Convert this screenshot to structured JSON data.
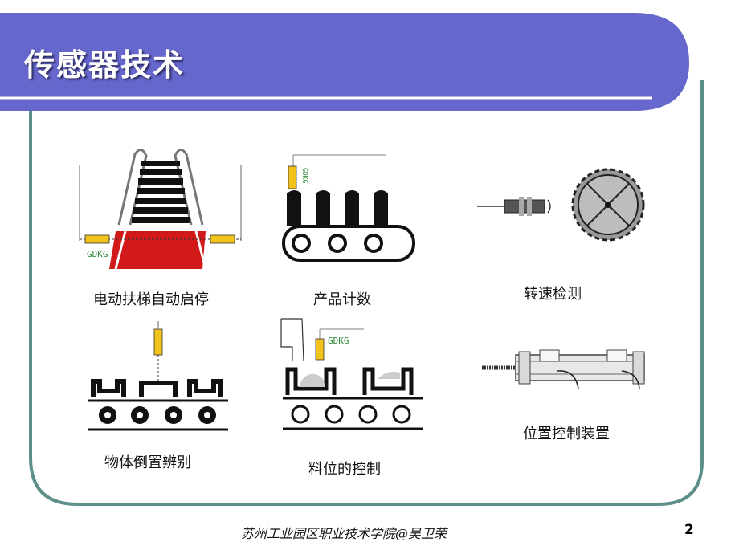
{
  "title": "传感器技术",
  "captions": {
    "escalator": "电动扶梯自动启停",
    "product_count": "产品计数",
    "speed": "转速检测",
    "orientation": "物体倒置辨别",
    "material": "料位的控制",
    "position": "位置控制装置"
  },
  "labels": {
    "gdkg": "GDKG",
    "gdkg_vertical": "GDKG"
  },
  "footer": "苏州工业园区职业技术学院@吴卫荣",
  "page_number": "2",
  "colors": {
    "banner": "#6667cc",
    "frame": "#5d8f8a",
    "sensor_yellow": "#f2c31b",
    "escalator_red": "#d21a1a",
    "label_green": "#2f8a3c"
  }
}
